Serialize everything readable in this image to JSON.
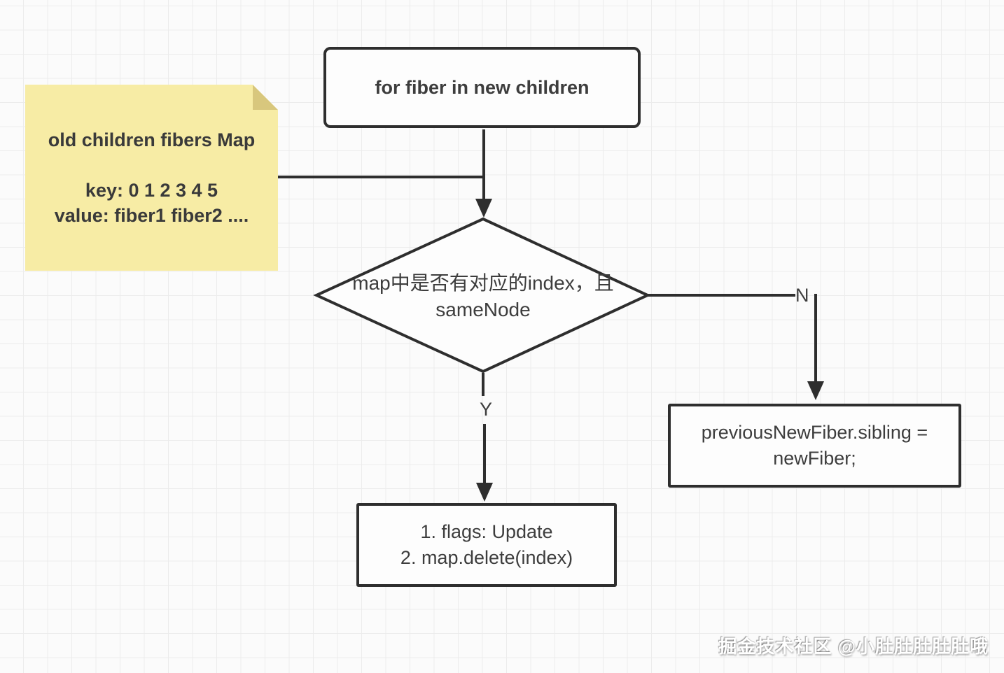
{
  "colors": {
    "page-bg": "#fbfbfb",
    "grid-line": "#ececec",
    "stroke": "#2e2e2e",
    "text": "#3d3d3d",
    "node-bg": "#fdfdfd",
    "note-bg": "#f7eca5",
    "note-fold": "#d8c77d",
    "watermark": "#ffffff"
  },
  "note": {
    "title": "old children fibers Map",
    "key_line": "key: 0 1 2 3 4 5",
    "value_line": "value: fiber1 fiber2 ...."
  },
  "flowchart": {
    "start": {
      "label": "for fiber in new children"
    },
    "decision": {
      "line1": "map中是否有对应的index，且",
      "line2": "sameNode"
    },
    "yes_branch": {
      "label": "Y"
    },
    "no_branch": {
      "label": "N"
    },
    "yes_result": {
      "line1": "1. flags: Update",
      "line2": "2. map.delete(index)"
    },
    "no_result": {
      "line1": "previousNewFiber.sibling =",
      "line2": "newFiber;"
    }
  },
  "watermark": {
    "text": "掘金技术社区 @小肚肚肚肚肚哦"
  }
}
